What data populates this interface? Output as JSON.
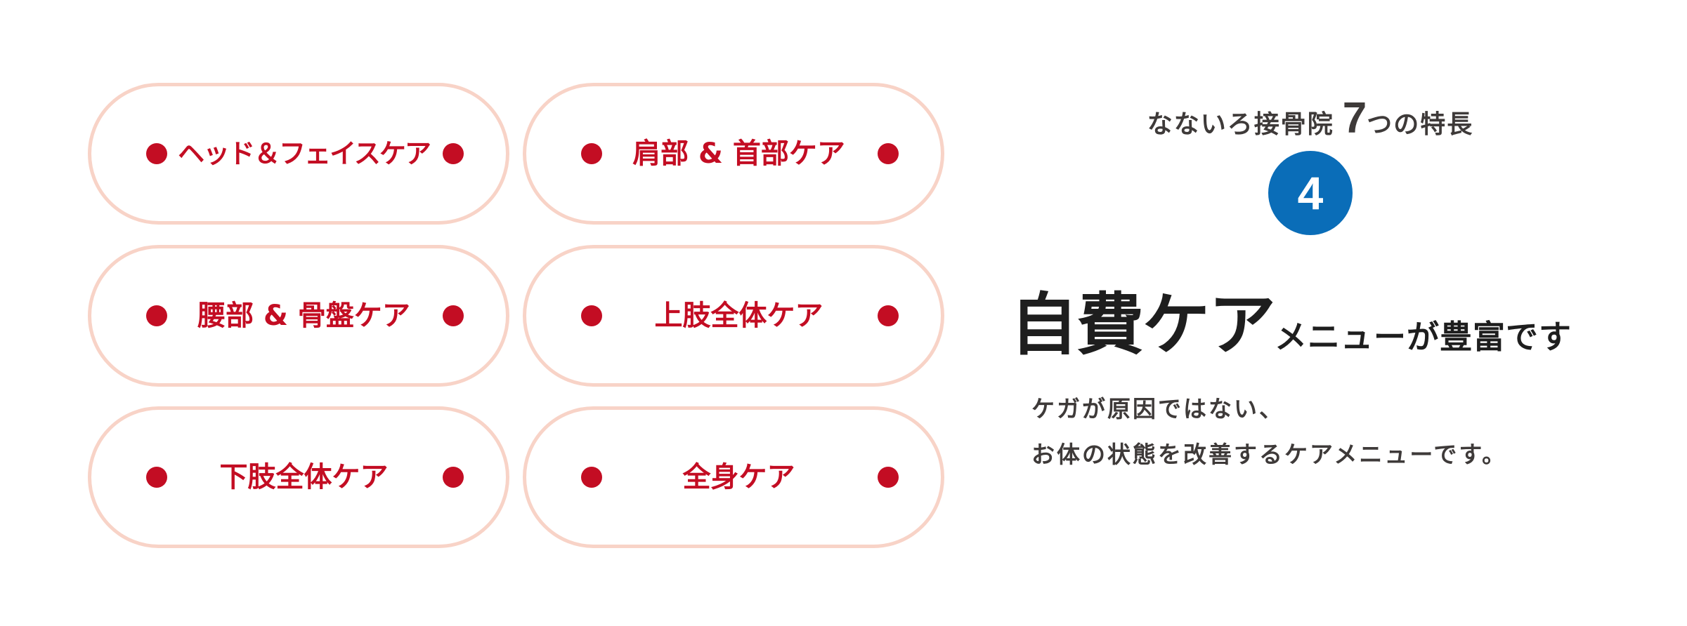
{
  "colors": {
    "pill_border": "#f8d3c7",
    "pill_text": "#c30d23",
    "dot": "#c30d23",
    "badge_bg": "#0a6db8",
    "badge_text": "#ffffff",
    "heading_text": "#3e3a39",
    "title_text": "#1e1e1e",
    "background": "#ffffff"
  },
  "care_menu": {
    "items": [
      {
        "label": "ヘッド＆フェイスケア"
      },
      {
        "label": "肩部 & 首部ケア"
      },
      {
        "label": "腰部 & 骨盤ケア"
      },
      {
        "label": "上肢全体ケア"
      },
      {
        "label": "下肢全体ケア"
      },
      {
        "label": "全身ケア"
      }
    ],
    "bullet_icon": "red-dot"
  },
  "feature": {
    "eyebrow": {
      "prefix": "なないろ接骨院",
      "number": "7",
      "suffix": "つの特長"
    },
    "badge_number": "4",
    "title": {
      "emphasis": "自費ケア",
      "rest": "メニューが豊富です"
    },
    "description": {
      "line1": "ケガが原因ではない、",
      "line2": "お体の状態を改善するケアメニューです。"
    }
  }
}
